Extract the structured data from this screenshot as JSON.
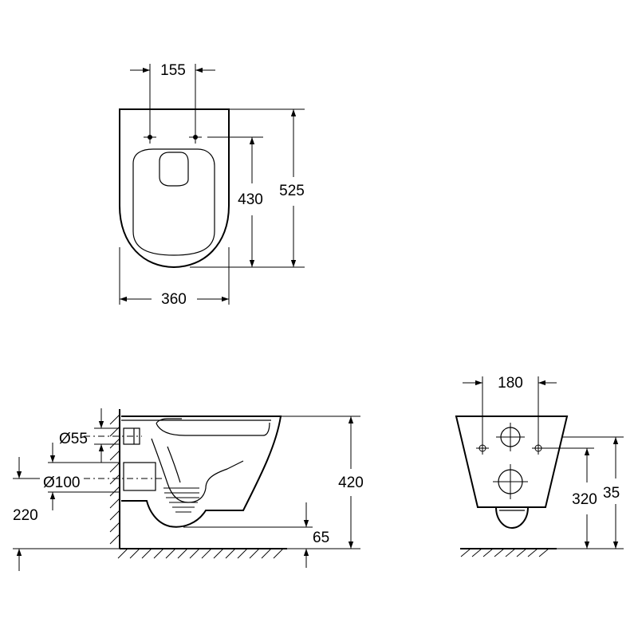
{
  "labels": {
    "top_width_holes": "155",
    "top_depth_hole": "430",
    "top_total_depth": "525",
    "top_width": "360",
    "side_diam_inlet": "Ø55",
    "side_diam_outlet": "Ø100",
    "side_outlet_height": "220",
    "side_total_height": "420",
    "side_clearance": "65",
    "front_hole_spacing": "180",
    "front_hole_height": "320",
    "front_total_height": "35"
  }
}
